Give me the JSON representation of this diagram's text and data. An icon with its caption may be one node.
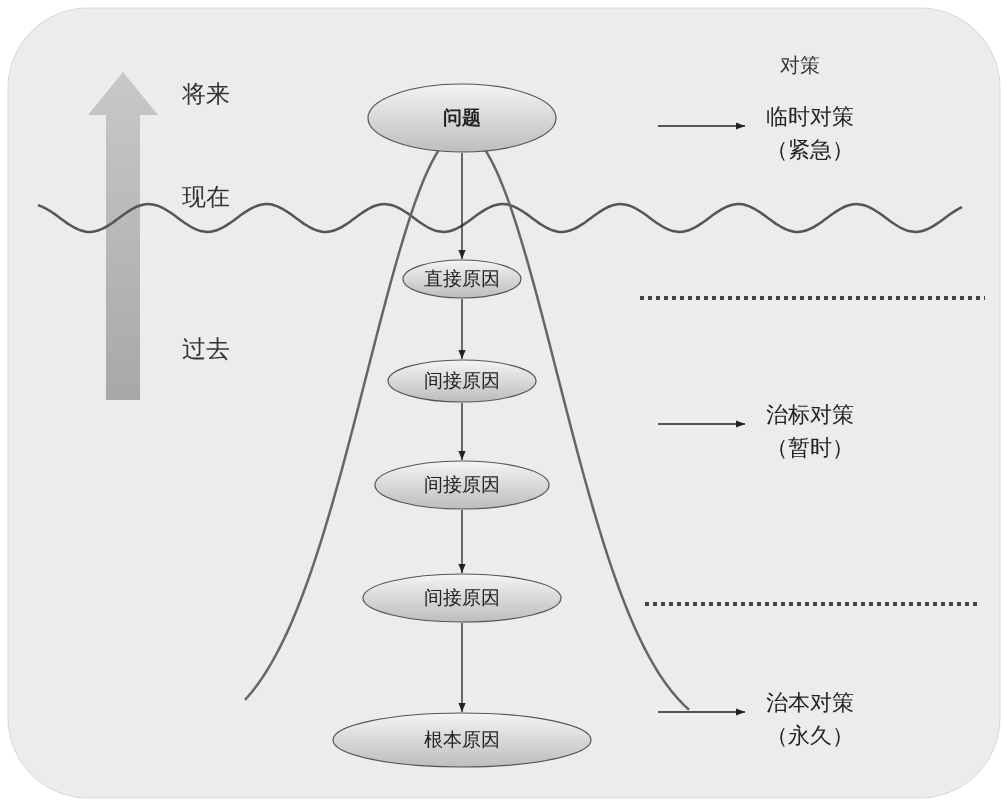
{
  "diagram": {
    "nodes": [
      {
        "text": [
          "问题"
        ]
      },
      {
        "text": [
          "直接原因"
        ]
      },
      {
        "text": [
          "间接原因"
        ]
      },
      {
        "text": [
          "间接原因"
        ]
      },
      {
        "text": [
          "间接原因"
        ]
      },
      {
        "text": [
          "根本原因"
        ]
      },
      {
        "text": [
          "临时对策（紧急）"
        ]
      },
      {
        "text": [
          "治标对策（暂时）"
        ]
      },
      {
        "text": [
          "治本对策（永久）"
        ]
      }
    ],
    "edges": [
      {
        "from": 0,
        "to": 1,
        "arrow": "to"
      },
      {
        "from": 1,
        "to": 2,
        "arrow": "to"
      },
      {
        "from": 2,
        "to": 3,
        "arrow": "to"
      },
      {
        "from": 3,
        "to": 4,
        "arrow": "to"
      },
      {
        "from": 4,
        "to": 5,
        "arrow": "to"
      },
      {
        "from": null,
        "to": 6,
        "arrow": "to"
      },
      {
        "from": null,
        "to": 7,
        "arrow": "to"
      },
      {
        "from": null,
        "to": 8,
        "arrow": "to"
      }
    ],
    "labels": [
      "对策",
      "将来",
      "现在",
      "过去"
    ]
  }
}
